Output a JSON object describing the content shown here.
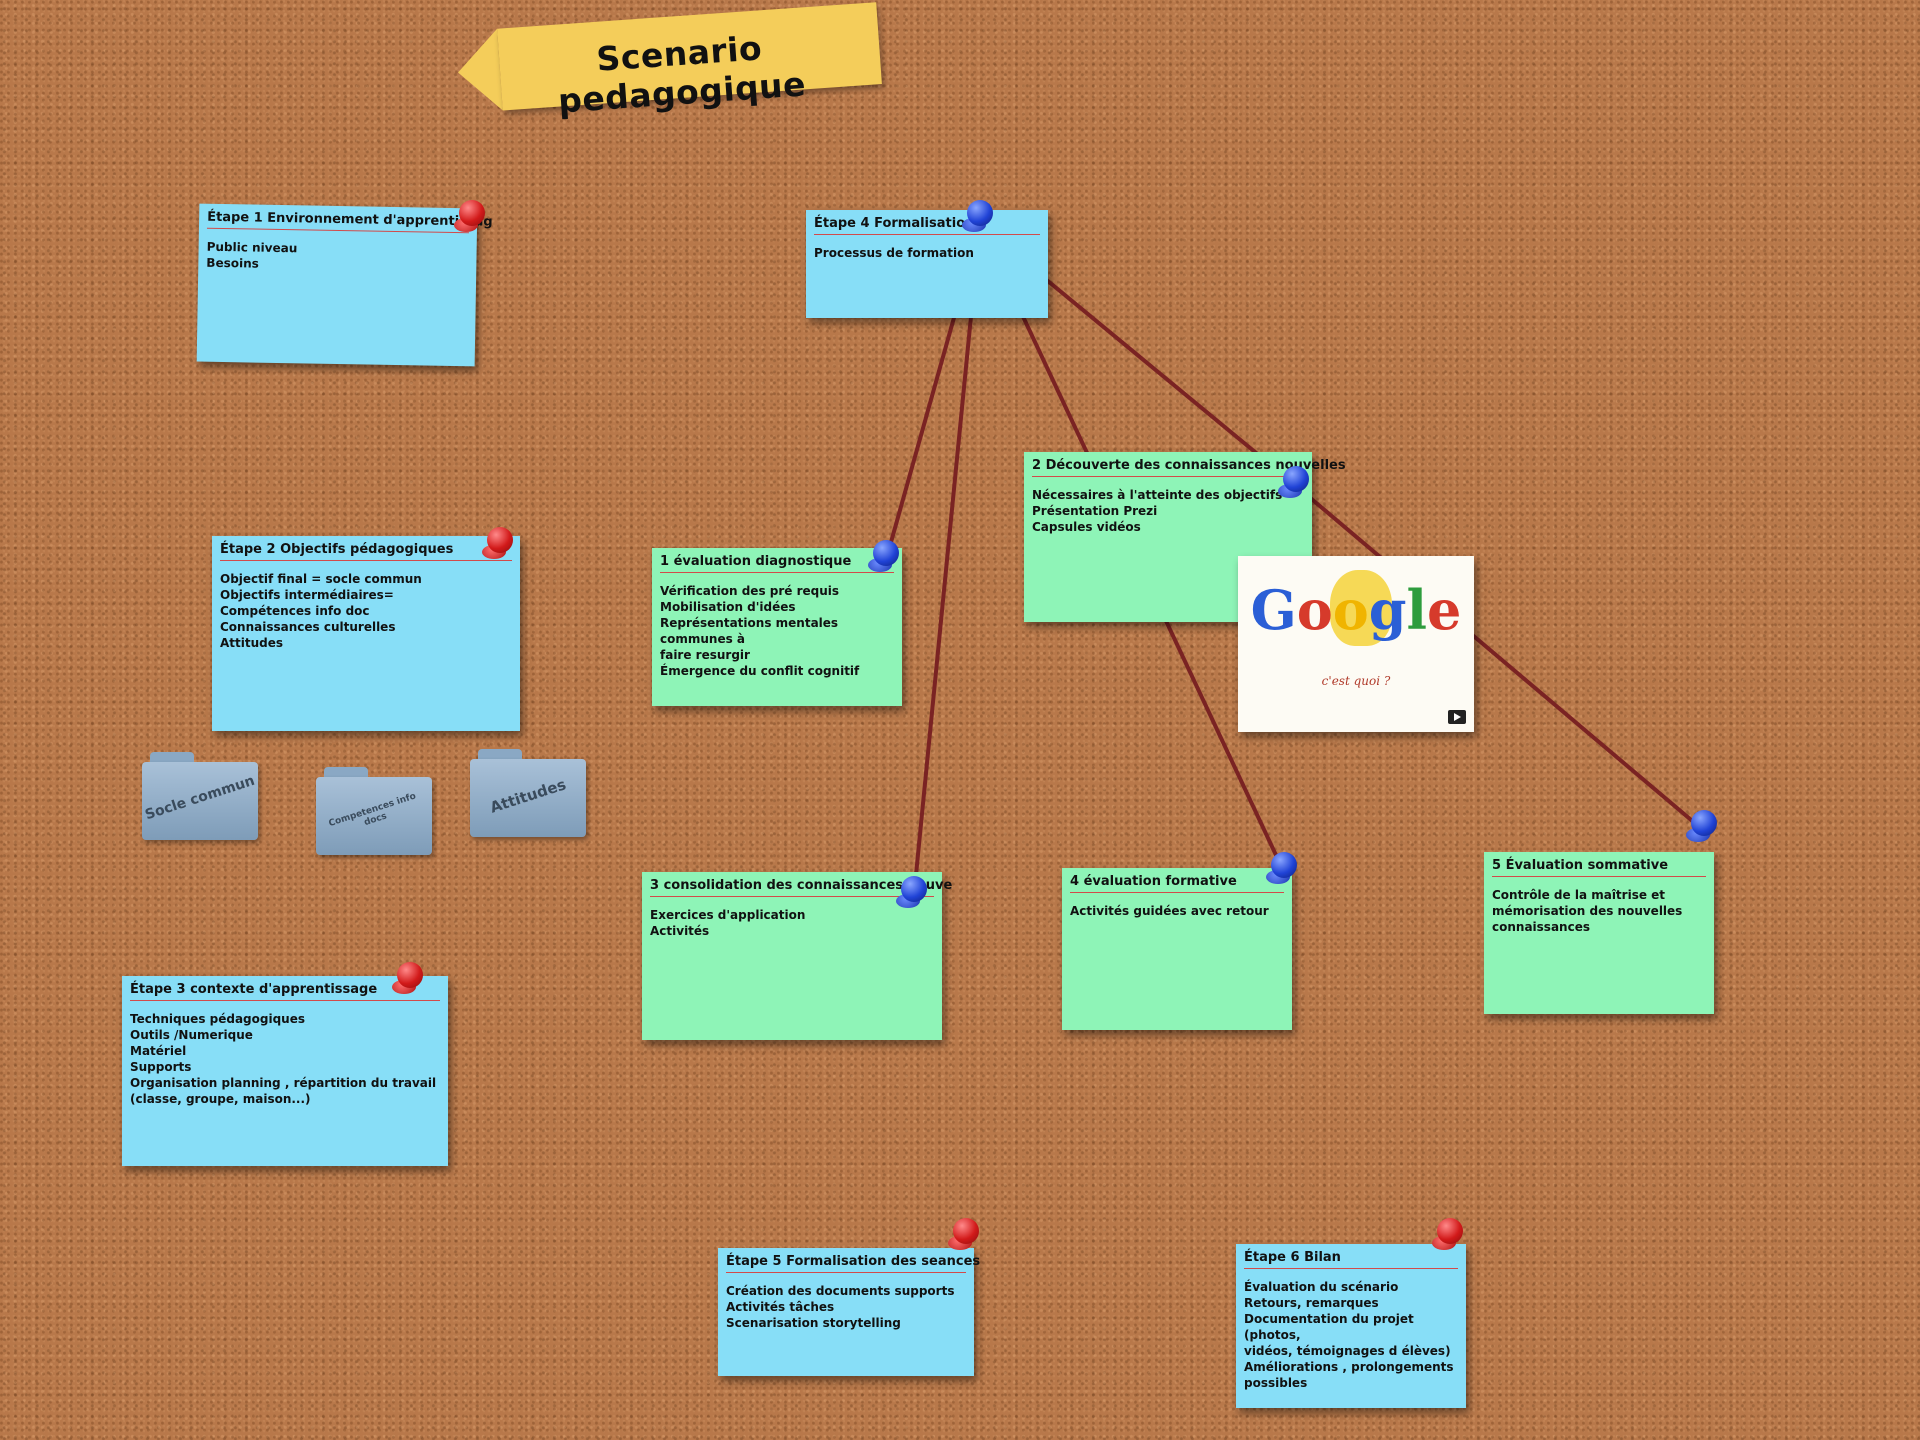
{
  "board": {
    "title": "Scenario pedagogique"
  },
  "notes": {
    "etape1": {
      "title": "Étape 1 Environnement d'apprentissag",
      "lines": [
        "Public niveau",
        "Besoins"
      ]
    },
    "etape2": {
      "title": "Étape 2 Objectifs pédagogiques",
      "lines": [
        " Objectif final = socle commun",
        "Objectifs intermédiaires=",
        "Compétences info doc",
        "Connaissances culturelles",
        "Attitudes"
      ]
    },
    "etape3": {
      "title": "Étape 3 contexte d'apprentissage",
      "lines": [
        " Techniques pédagogiques",
        "Outils /Numerique",
        "Matériel",
        "Supports",
        "Organisation planning , répartition du travail",
        "(classe, groupe, maison...)"
      ]
    },
    "etape4": {
      "title": "Étape 4 Formalisation",
      "lines": [
        "Processus de formation"
      ]
    },
    "etape5": {
      "title": "Étape 5 Formalisation des seances",
      "lines": [
        " Création des documents supports",
        "Activités tâches",
        "Scenarisation storytelling"
      ]
    },
    "etape6": {
      "title": "Étape 6 Bilan",
      "lines": [
        " Évaluation du scénario",
        "Retours, remarques",
        "Documentation du projet (photos,",
        "vidéos, témoignages d élèves)",
        "Améliorations , prolongements",
        "possibles"
      ]
    },
    "diag": {
      "title": "1 évaluation diagnostique",
      "lines": [
        " Vérification des pré requis",
        "Mobilisation d'idées",
        "Représentations mentales communes à",
        "faire resurgir",
        "Émergence du conflit cognitif"
      ]
    },
    "decouverte": {
      "title": "2 Découverte des connaissances nouvelles",
      "lines": [
        " Nécessaires à l'atteinte des objectifs",
        "Présentation Prezi",
        "Capsules vidéos"
      ]
    },
    "consolidation": {
      "title": "3 consolidation des connaissances nouve",
      "lines": [
        " Exercices d'application",
        "Activités"
      ]
    },
    "formative": {
      "title": "4 évaluation formative",
      "lines": [
        " Activités guidées avec retour"
      ]
    },
    "sommative": {
      "title": "5 Évaluation sommative",
      "lines": [
        "Contrôle de la maîtrise et",
        "mémorisation des nouvelles",
        "connaissances"
      ]
    }
  },
  "folders": {
    "socle": "Socle commun",
    "competences": "Competences info docs",
    "attitudes": "Attitudes"
  },
  "image_card": {
    "logo_text": "Google",
    "caption": "c'est quoi ?"
  },
  "colors": {
    "cork": "#b8784a",
    "note_blue": "#87def7",
    "note_green": "#8ef4b7",
    "banner": "#f4cd5a",
    "string": "#7a2323",
    "pin_red": "#d21a1a",
    "pin_blue": "#2043d6"
  }
}
